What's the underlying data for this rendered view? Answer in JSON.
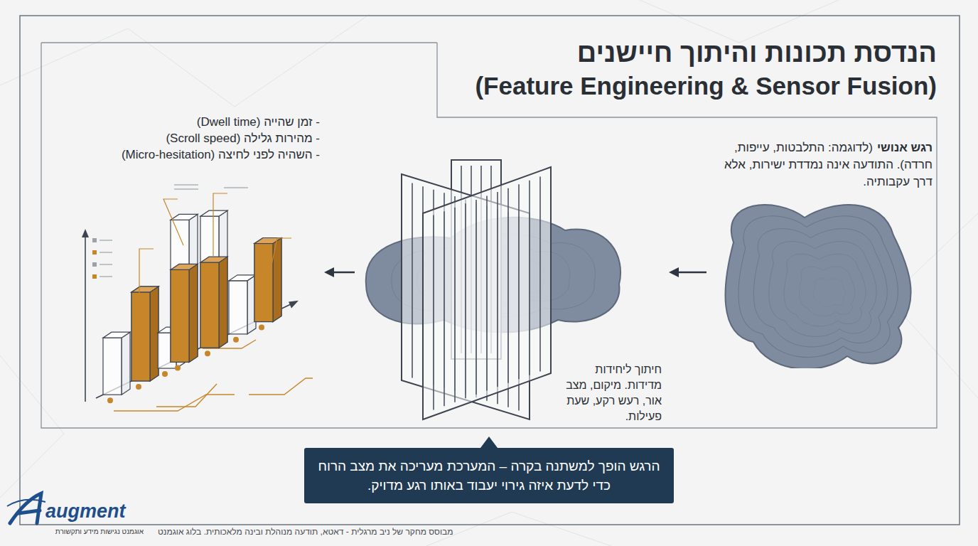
{
  "diagram": {
    "title": "הנדסת תכונות והיתוך חיישנים",
    "nodes": [
      {
        "text": [
          "רגש אנושי",
          "(לדוגמה: התלבטות, עייפות, חרדה). התודעה אינה נמדדת ישירות, אלא דרך עקבותיה."
        ]
      },
      {
        "text": [
          "חיתוך ליחידות מדידות. מיקום, מצב אור, רעש רקע, שעת פעילות."
        ]
      },
      {
        "text": [
          "- זמן שהייה (Dwell time)",
          "- מהירות גלילה (Scroll speed)",
          "- השהיה לפני לחיצה (Micro-hesitation)"
        ]
      },
      {
        "text": [
          "הרגש הופך למשתנה בקרה – המערכת מעריכה את מצב הרוח כדי לדעת איזה גירוי יעבוד באותו רגע מדויק."
        ]
      }
    ],
    "edges": [
      {
        "from": 0,
        "to": 1,
        "arrow": "to"
      },
      {
        "from": 1,
        "to": 2,
        "arrow": "to"
      }
    ],
    "labels": [
      "(Feature Engineering & Sensor Fusion)",
      "augment",
      "אוגמנט נגישות מידע ותקשורת",
      "מבוסס מחקר של ניב מרגלית - דאטא, תודעה מנוהלת ובינה מלאכותית. בלוג אוגמנט"
    ]
  }
}
